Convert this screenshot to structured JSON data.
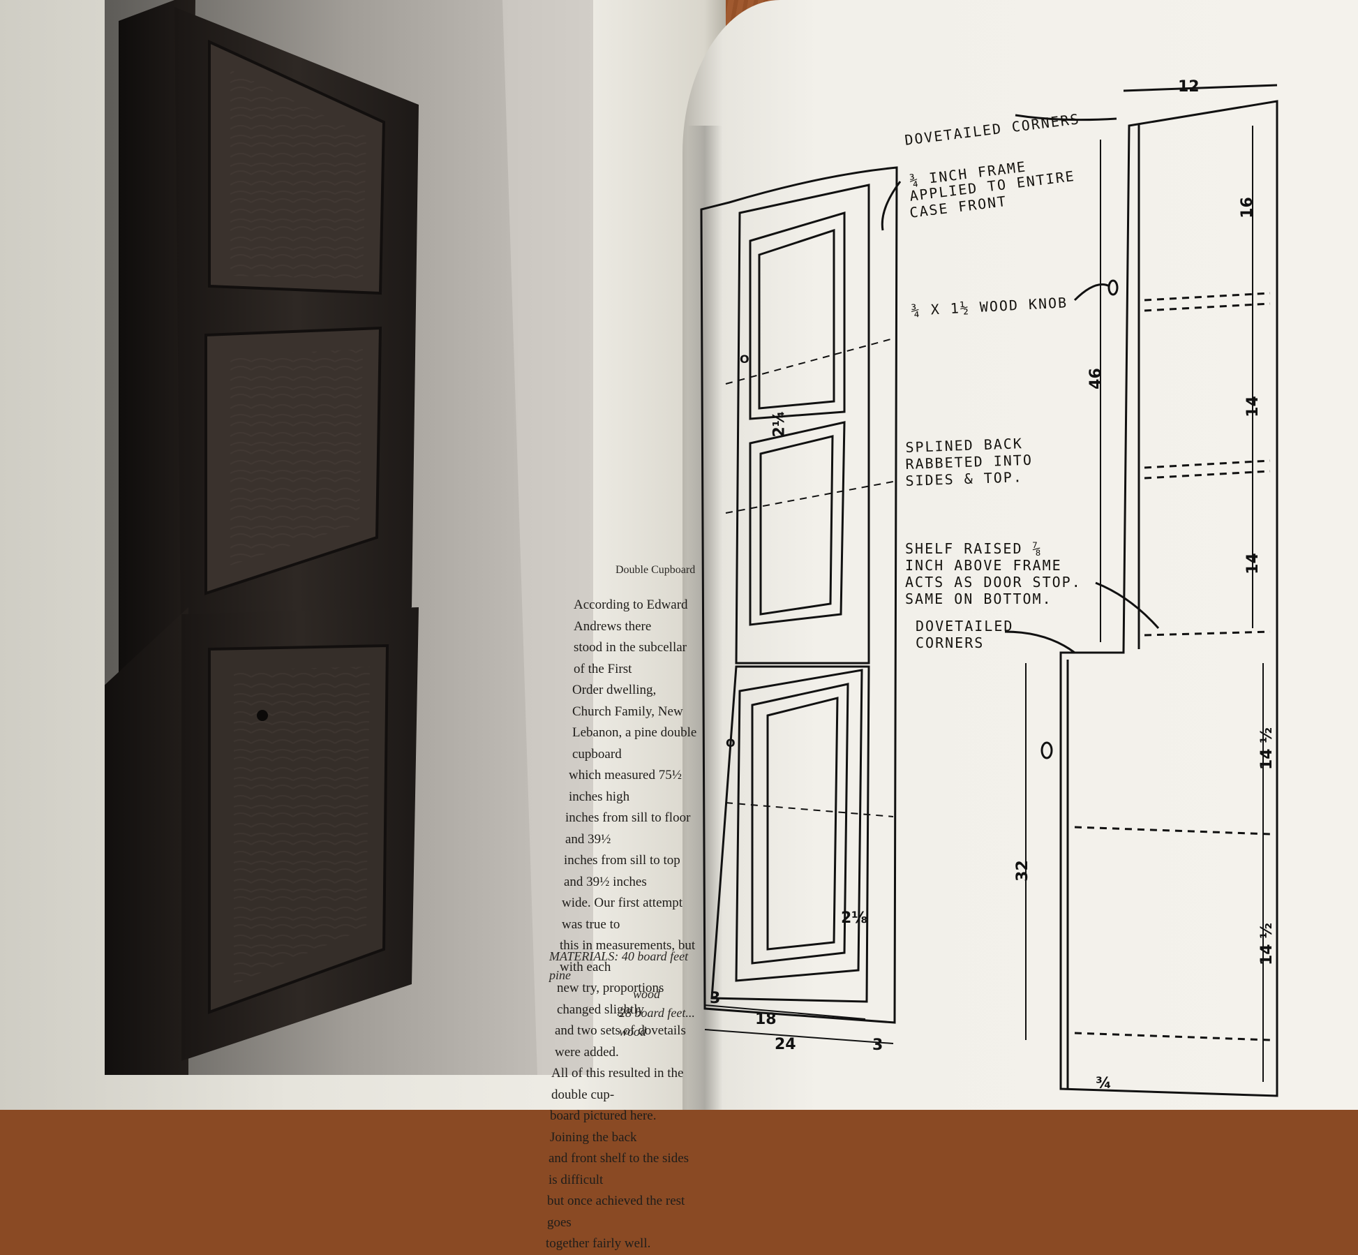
{
  "left_page": {
    "caption_title": "Double Cupboard",
    "caption_lines": [
      "According to Edward Andrews there",
      "stood in the subcellar of the First",
      "Order dwelling, Church Family, New",
      "Lebanon, a pine double cupboard",
      "which measured 75½ inches high",
      "inches from sill to floor and 39½",
      "inches from sill to top and 39½ inches",
      "wide.  Our first attempt was true to",
      "this in measurements, but with each",
      "new try, proportions changed slightly",
      "and two sets of dovetails were added.",
      "All of this resulted in the double cup-",
      "board pictured here.  Joining the back",
      "and front shelf to the sides is difficult",
      "but once achieved the rest goes",
      "together fairly well."
    ],
    "materials_lines": [
      "MATERIALS: 40 board feet pine",
      "wood",
      "28 board feet...",
      "wood"
    ]
  },
  "drawing_notes": {
    "dovetailed_top": "DOVETAILED CORNERS",
    "frame": [
      "¾ INCH FRAME",
      "APPLIED TO ENTIRE",
      "CASE FRONT"
    ],
    "knob": "¾ X 1½ WOOD KNOB",
    "splined": [
      "SPLINED BACK",
      "RABBETED INTO",
      "SIDES & TOP."
    ],
    "shelf": [
      "SHELF RAISED ⅞",
      "INCH ABOVE FRAME",
      "ACTS AS DOOR STOP.",
      "SAME ON BOTTOM."
    ],
    "dovetailed_mid": [
      "DOVETAILED",
      "CORNERS"
    ]
  },
  "dimensions": {
    "top_width": "12",
    "upper_height": "46",
    "lower_height": "32",
    "width_18": "18",
    "width_24": "24",
    "side_3": "3",
    "left_3": "3",
    "shelf_16": "16",
    "shelf_14a": "14",
    "shelf_14b": "14",
    "shelf_14h_a": "14 ½",
    "shelf_14h_b": "14 ½",
    "frac_34": "¾",
    "frac_218": "2⅛",
    "frac_214": "2¼",
    "knob_o": "O"
  }
}
